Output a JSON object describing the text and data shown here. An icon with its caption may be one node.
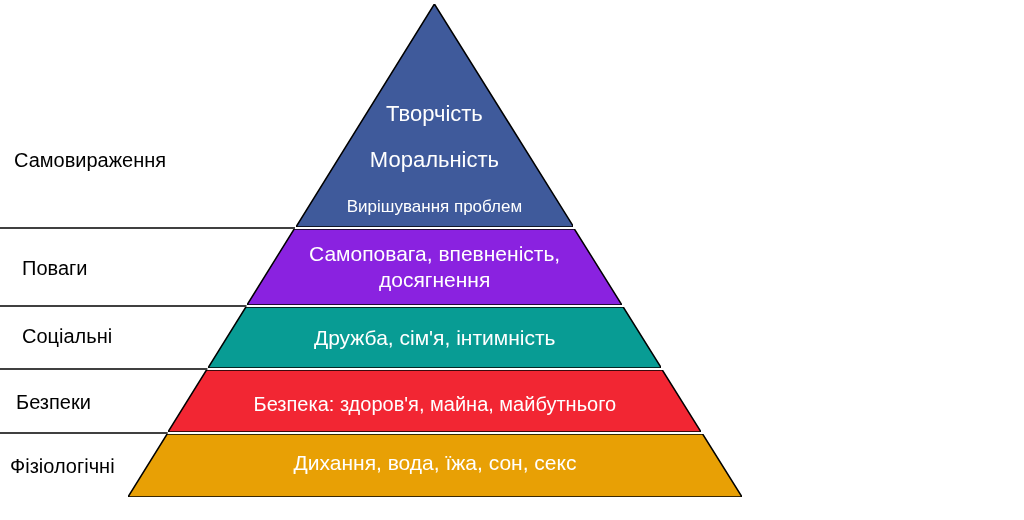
{
  "diagram": {
    "nodes": [
      {
        "text": [
          "Творчість",
          "Моральність",
          "Вирішування проблем"
        ]
      },
      {
        "text": [
          "Самоповага, впевненість, досягнення"
        ]
      },
      {
        "text": [
          "Дружба, сім'я, інтимність"
        ]
      },
      {
        "text": [
          "Безпека: здоров'я, майна, майбутнього"
        ]
      },
      {
        "text": [
          "Дихання, вода, їжа, сон, секс"
        ]
      }
    ],
    "labels": [
      "Самовираження",
      "Поваги",
      "Соціальні",
      "Безпеки",
      "Фізіологічні"
    ]
  }
}
